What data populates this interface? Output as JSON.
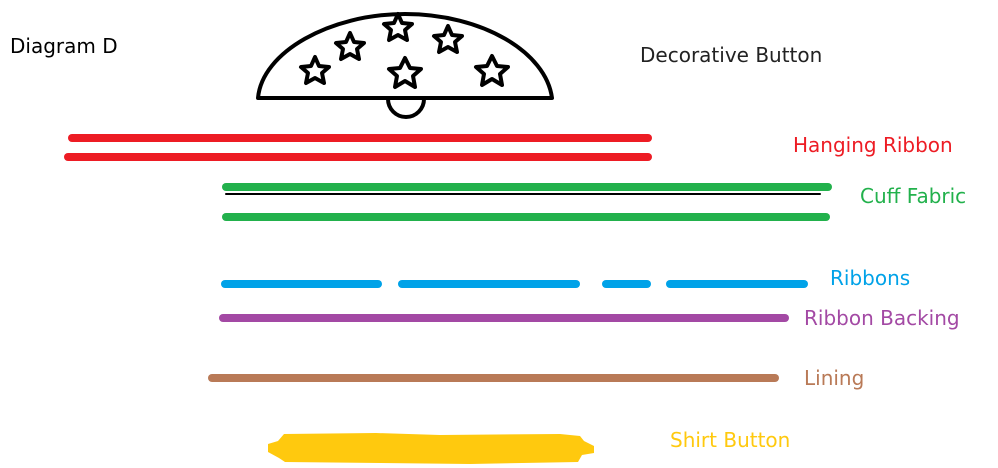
{
  "title": "Diagram D",
  "layers": {
    "decorative_button": {
      "label": "Decorative Button",
      "color": "#222222"
    },
    "hanging_ribbon": {
      "label": "Hanging Ribbon",
      "color": "#ed1c24"
    },
    "cuff_fabric": {
      "label": "Cuff Fabric",
      "color": "#22b14c"
    },
    "ribbons": {
      "label": "Ribbons",
      "color": "#00a2e8"
    },
    "ribbon_backing": {
      "label": "Ribbon Backing",
      "color": "#a349a4"
    },
    "lining": {
      "label": "Lining",
      "color": "#b97a57"
    },
    "shirt_button": {
      "label": "Shirt Button",
      "color": "#ffc90e"
    }
  }
}
